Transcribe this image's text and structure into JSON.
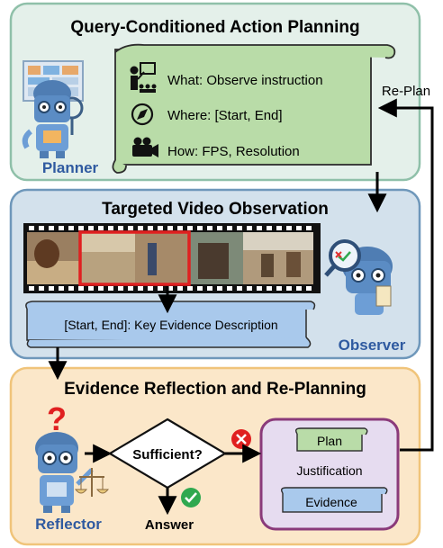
{
  "panels": {
    "planning": {
      "title": "Query-Conditioned Action Planning",
      "role": "Planner",
      "items": [
        {
          "icon": "teacher-icon",
          "text": "What: Observe instruction"
        },
        {
          "icon": "compass-icon",
          "text": "Where: [Start, End]"
        },
        {
          "icon": "video-camera-icon",
          "text": "How:  FPS, Resolution"
        }
      ]
    },
    "observation": {
      "title": "Targeted Video Observation",
      "role": "Observer",
      "evidence": "[Start, End]: Key Evidence Description"
    },
    "reflection": {
      "title": "Evidence Reflection and Re-Planning",
      "role": "Reflector",
      "decision": "Sufficient?",
      "answer": "Answer",
      "replan_box": {
        "plan": "Plan",
        "justification": "Justification",
        "evidence": "Evidence"
      }
    }
  },
  "replan_label": "Re-Plan",
  "colors": {
    "planning_bg": "#e4f0ea",
    "planning_border": "#8fc0a9",
    "observation_bg": "#d3e1ec",
    "observation_border": "#6e97ba",
    "reflection_bg": "#fbe7c9",
    "reflection_border": "#f0c47a",
    "role_text": "#2f5aa0",
    "scroll_green": "#b9dca8",
    "scroll_blue": "#a9c9ec",
    "replan_box_bg": "#e6dcf0",
    "replan_box_border": "#8a3a7a",
    "highlight_red": "#e02020"
  }
}
